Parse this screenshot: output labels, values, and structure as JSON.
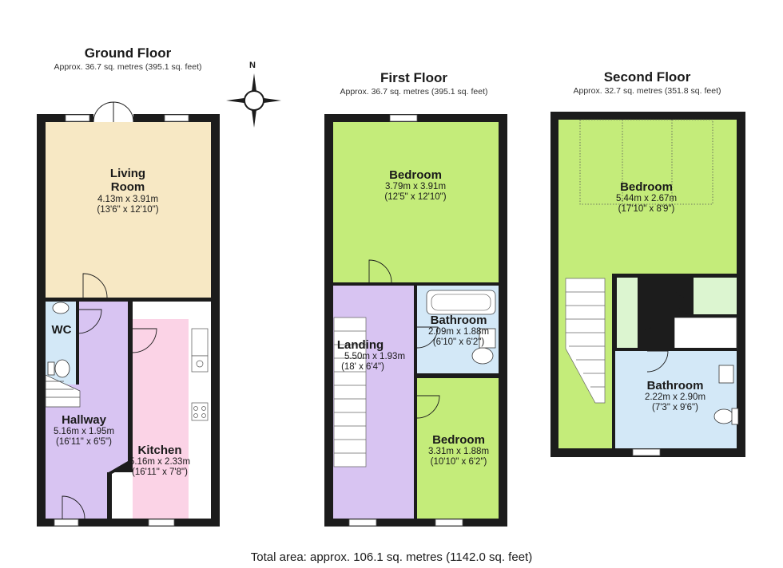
{
  "floors": {
    "ground": {
      "title": "Ground Floor",
      "area": "Approx. 36.7 sq. metres (395.1 sq. feet)",
      "rooms": {
        "living": {
          "name": "Living",
          "name2": "Room",
          "dim": "4.13m x 3.91m",
          "dim_imp": "(13'6\" x 12'10\")"
        },
        "wc": {
          "name": "WC"
        },
        "hallway": {
          "name": "Hallway",
          "dim": "5.16m x 1.95m",
          "dim_imp": "(16'11\" x 6'5\")"
        },
        "kitchen": {
          "name": "Kitchen",
          "dim": "5.16m x 2.33m",
          "dim_imp": "(16'11\" x 7'8\")"
        }
      }
    },
    "first": {
      "title": "First Floor",
      "area": "Approx. 36.7 sq. metres (395.1 sq. feet)",
      "rooms": {
        "bedroom1": {
          "name": "Bedroom",
          "dim": "3.79m x 3.91m",
          "dim_imp": "(12'5\" x 12'10\")"
        },
        "landing": {
          "name": "Landing",
          "dim": "5.50m x 1.93m",
          "dim_imp": "(18' x 6'4\")"
        },
        "bathroom": {
          "name": "Bathroom",
          "dim": "2.09m x 1.88m",
          "dim_imp": "(6'10\" x 6'2\")"
        },
        "bedroom2": {
          "name": "Bedroom",
          "dim": "3.31m x 1.88m",
          "dim_imp": "(10'10\" x 6'2\")"
        }
      }
    },
    "second": {
      "title": "Second Floor",
      "area": "Approx. 32.7 sq. metres (351.8 sq. feet)",
      "rooms": {
        "bedroom": {
          "name": "Bedroom",
          "dim": "5.44m x 2.67m",
          "dim_imp": "(17'10\" x 8'9\")"
        },
        "bathroom": {
          "name": "Bathroom",
          "dim": "2.22m x 2.90m",
          "dim_imp": "(7'3\" x 9'6\")"
        }
      }
    }
  },
  "compass": {
    "label": "N"
  },
  "total_area": "Total area: approx. 106.1 sq. metres (1142.0 sq. feet)",
  "colors": {
    "wall": "#1c1c1c",
    "living": "#f7e8c4",
    "hallway": "#d8c4f2",
    "kitchen": "#fbd3e6",
    "bedroom": "#c4ec7a",
    "bathroom": "#d3e8f7",
    "pale_green": "#dcf5d0"
  }
}
